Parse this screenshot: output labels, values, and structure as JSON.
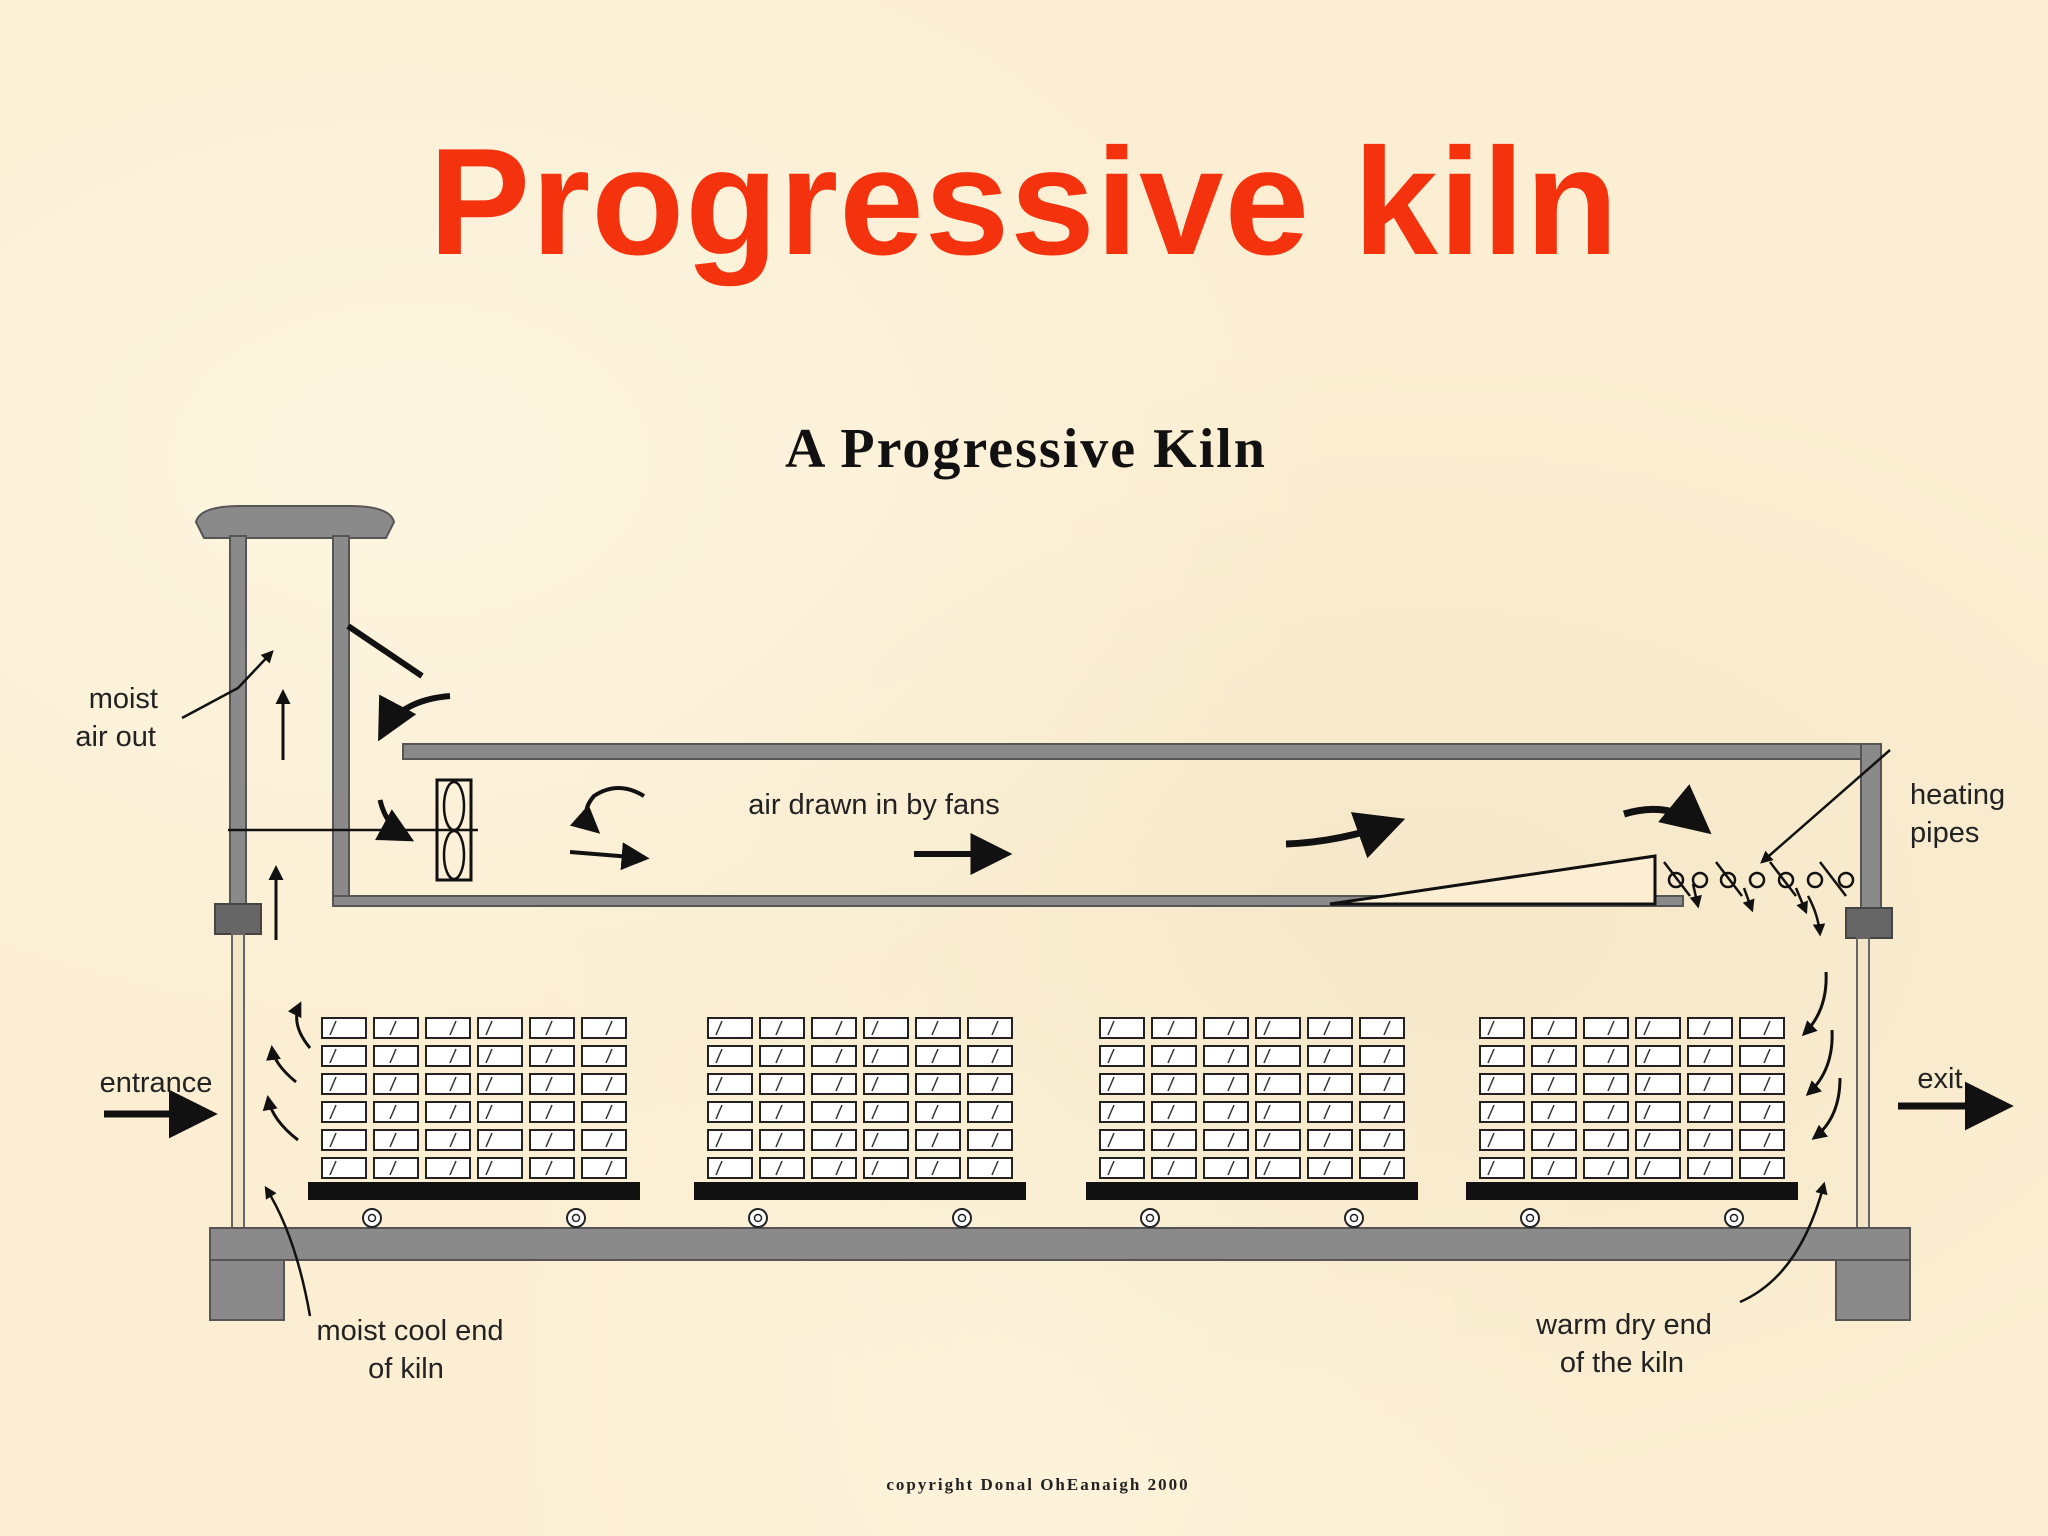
{
  "title": "Progressive kiln",
  "diagram": {
    "title": "A Progressive Kiln",
    "labels": {
      "moist_air_out_1": "moist",
      "moist_air_out_2": "air out",
      "air_drawn": "air drawn in by fans",
      "heating_pipes_1": "heating",
      "heating_pipes_2": "pipes",
      "entrance": "entrance",
      "exit": "exit",
      "moist_cool_end_1": "moist cool end",
      "moist_cool_end_2": "of kiln",
      "warm_dry_end_1": "warm dry end",
      "warm_dry_end_2": "of the kiln"
    },
    "copyright": "copyright Donal OhEanaigh 2000",
    "colors": {
      "title": "#f5320e",
      "background": "#fbeed2",
      "structure": "#8a8a8a",
      "ink": "#111111"
    }
  }
}
